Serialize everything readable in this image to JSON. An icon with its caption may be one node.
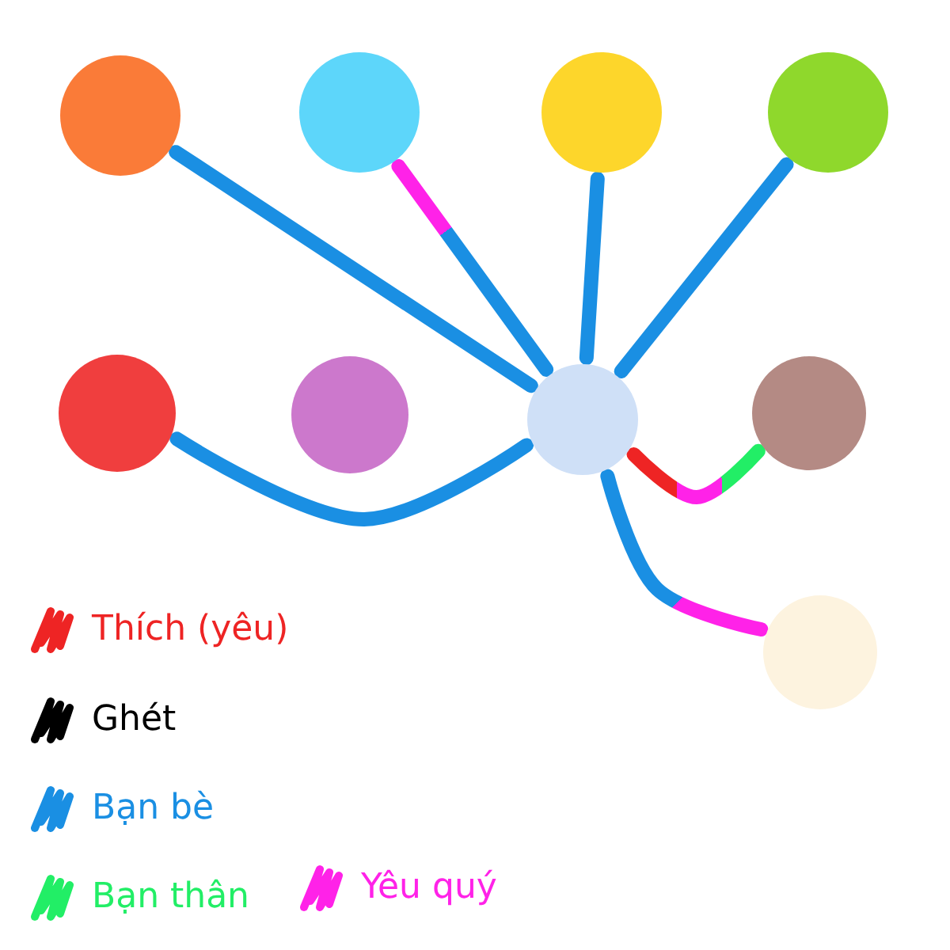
{
  "diagram": {
    "nodes": [
      {
        "text": [],
        "shape": "circle"
      },
      {
        "text": [],
        "shape": "circle"
      },
      {
        "text": [],
        "shape": "circle"
      },
      {
        "text": [],
        "shape": "circle"
      },
      {
        "text": [],
        "shape": "circle"
      },
      {
        "text": [],
        "shape": "circle"
      },
      {
        "text": [],
        "shape": "circle"
      },
      {
        "text": [],
        "shape": "circle"
      },
      {
        "text": [],
        "shape": "circle"
      }
    ],
    "edges": [
      {
        "from": 0,
        "to": 6,
        "arrow": "none"
      },
      {
        "from": 1,
        "to": 6,
        "arrow": "none"
      },
      {
        "from": 2,
        "to": 6,
        "arrow": "none"
      },
      {
        "from": 3,
        "to": 6,
        "arrow": "none"
      },
      {
        "from": 4,
        "to": 6,
        "arrow": "none"
      },
      {
        "from": 7,
        "to": 6,
        "arrow": "none",
        "color": "#ff22e8"
      },
      {
        "from": 8,
        "to": 6,
        "arrow": "none"
      }
    ],
    "legend": [
      {
        "text": "Thích (yêu)",
        "color": "#ee2424"
      },
      {
        "text": "Ghét",
        "color": "#000000"
      },
      {
        "text": "Bạn bè",
        "color": "#1a8fe3"
      },
      {
        "text": "Bạn thân",
        "color": "#22ee66"
      },
      {
        "text": "Yêu quý",
        "color": "#ff22e8"
      }
    ]
  }
}
